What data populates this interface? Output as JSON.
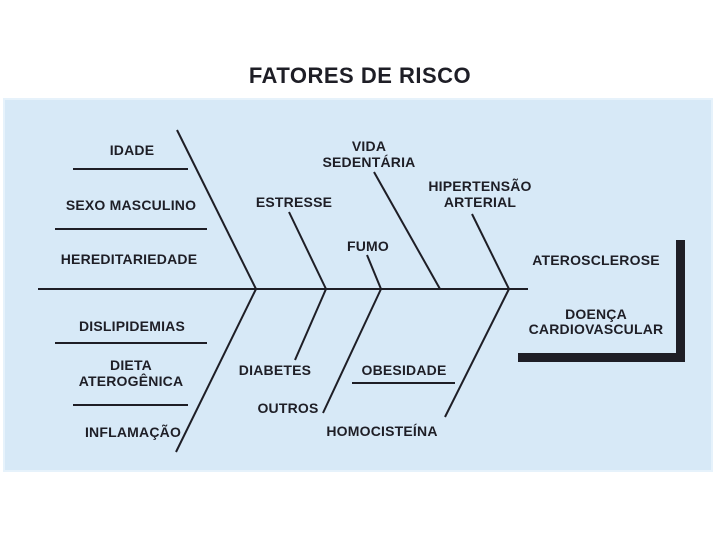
{
  "title": "FATORES DE RISCO",
  "colors": {
    "panel_bg": "#d7e9f7",
    "ink": "#1e1e26"
  },
  "causes": {
    "idade": "IDADE",
    "sexo_masculino": "SEXO MASCULINO",
    "hereditariedade": "HEREDITARIEDADE",
    "dislipidemias": "DISLIPIDEMIAS",
    "dieta": {
      "line1": "DIETA",
      "line2": "ATEROGÊNICA"
    },
    "inflamacao": "INFLAMAÇÃO",
    "estresse": "ESTRESSE",
    "fumo": "FUMO",
    "vida_sedentaria": {
      "line1": "VIDA",
      "line2": "SEDENTÁRIA"
    },
    "hipertensao": {
      "line1": "HIPERTENSÃO",
      "line2": "ARTERIAL"
    },
    "diabetes": "DIABETES",
    "outros": "OUTROS",
    "obesidade": "OBESIDADE",
    "homocisteina": "HOMOCISTEÍNA"
  },
  "effects": {
    "aterosclerose": "ATEROSCLEROSE",
    "doenca": {
      "line1": "DOENÇA",
      "line2": "CARDIOVASCULAR"
    }
  }
}
